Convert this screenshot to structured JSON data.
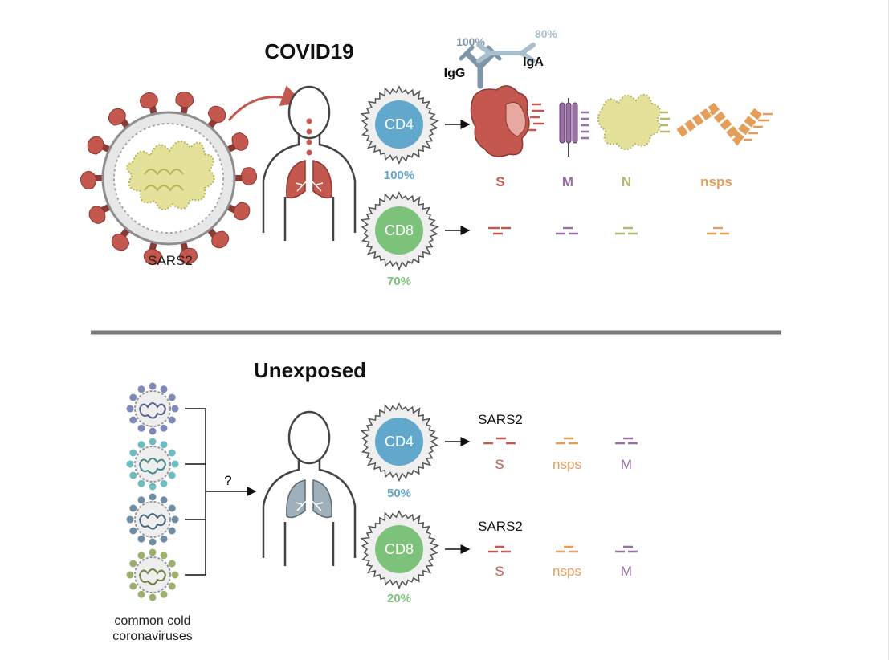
{
  "top": {
    "title": "COVID19",
    "virus_label": "SARS2",
    "antibodies": {
      "igg_label": "IgG",
      "igg_pct": "100%",
      "iga_label": "IgA",
      "iga_pct": "80%"
    },
    "cd4": {
      "label": "CD4",
      "pct": "100%"
    },
    "cd8": {
      "label": "CD8",
      "pct": "70%"
    },
    "proteins": [
      "S",
      "M",
      "N",
      "nsps"
    ]
  },
  "bottom": {
    "title": "Unexposed",
    "question": "?",
    "viruses_label_line1": "common cold",
    "viruses_label_line2": "coronaviruses",
    "cd4": {
      "label": "CD4",
      "pct": "50%",
      "target": "SARS2",
      "proteins": [
        "S",
        "nsps",
        "M"
      ]
    },
    "cd8": {
      "label": "CD8",
      "pct": "20%",
      "target": "SARS2",
      "proteins": [
        "S",
        "nsps",
        "M"
      ]
    }
  },
  "colors": {
    "s": "#c4584f",
    "m": "#9a6fa6",
    "n": "#b5b76b",
    "nsps": "#e59d5a",
    "cd4": "#62a8cc",
    "cd8": "#7cc27a",
    "divider": "#777777",
    "igg": "#7f96a8",
    "iga": "#a9bfcc"
  }
}
